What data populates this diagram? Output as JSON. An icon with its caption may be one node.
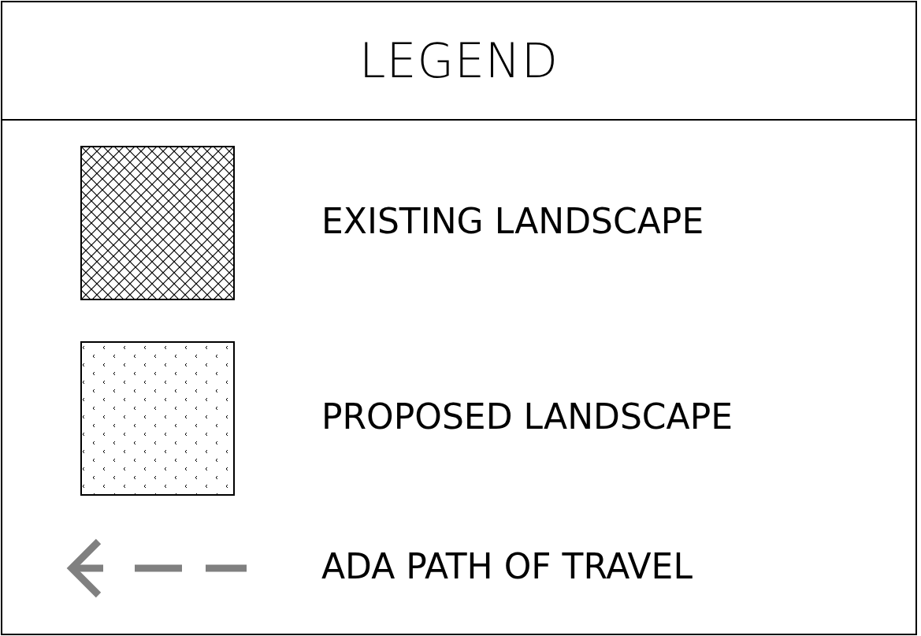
{
  "diagram": {
    "title": "LEGEND",
    "legend": [
      {
        "text": "EXISTING LANDSCAPE"
      },
      {
        "text": "PROPOSED LANDSCAPE"
      },
      {
        "text": "ADA PATH OF TRAVEL"
      }
    ]
  }
}
